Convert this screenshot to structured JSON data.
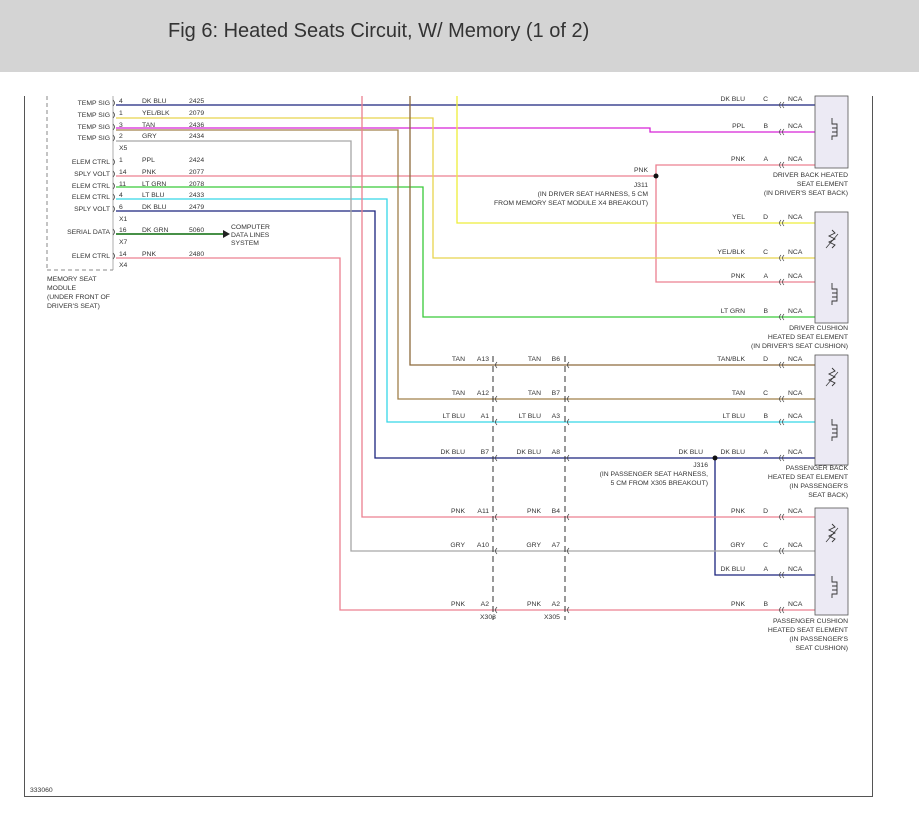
{
  "header": {
    "title": "Fig 6: Heated Seats Circuit, W/ Memory (1 of 2)"
  },
  "footer": {
    "figure_id": "333060"
  },
  "colors": {
    "DK BLU": "#1a237e",
    "YEL/BLK": "#e8d44d",
    "TAN": "#a0804a",
    "GRY": "#a6a6a6",
    "PPL": "#d623d6",
    "PNK": "#ec8090",
    "LT GRN": "#39c939",
    "LT BLU": "#36d7e8",
    "DK GRN": "#0a6b0a",
    "YEL": "#eded3a",
    "TAN/BLK": "#8d6a3c"
  },
  "memory_module": {
    "label_lines": [
      "MEMORY SEAT",
      "MODULE",
      "(UNDER FRONT OF",
      "DRIVER'S SEAT)"
    ],
    "rows": [
      {
        "sig": "TEMP SIG",
        "pin": "4",
        "color": "DK BLU",
        "circuit": "2425"
      },
      {
        "sig": "TEMP SIG",
        "pin": "1",
        "color": "YEL/BLK",
        "circuit": "2079"
      },
      {
        "sig": "TEMP SIG",
        "pin": "3",
        "color": "TAN",
        "circuit": "2436"
      },
      {
        "sig": "TEMP SIG",
        "pin": "2",
        "color": "GRY",
        "circuit": "2434"
      },
      {
        "sig": "ELEM CTRL",
        "pin": "1",
        "color": "PPL",
        "circuit": "2424"
      },
      {
        "sig": "SPLY VOLT",
        "pin": "14",
        "color": "PNK",
        "circuit": "2077"
      },
      {
        "sig": "ELEM CTRL",
        "pin": "11",
        "color": "LT GRN",
        "circuit": "2078"
      },
      {
        "sig": "ELEM CTRL",
        "pin": "4",
        "color": "LT BLU",
        "circuit": "2433"
      },
      {
        "sig": "SPLY VOLT",
        "pin": "6",
        "color": "DK BLU",
        "circuit": "2479"
      },
      {
        "sig": "SERIAL DATA",
        "pin": "16",
        "color": "DK GRN",
        "circuit": "5060"
      },
      {
        "sig": "ELEM CTRL",
        "pin": "14",
        "color": "PNK",
        "circuit": "2480"
      }
    ],
    "connectors": [
      "X5",
      "X1",
      "X7",
      "X4"
    ]
  },
  "computer_data_lines": [
    "COMPUTER",
    "DATA LINES",
    "SYSTEM"
  ],
  "splices": [
    {
      "id": "J311",
      "lines": [
        "J311",
        "(IN DRIVER SEAT HARNESS, 5 CM",
        "FROM MEMORY SEAT MODULE X4 BREAKOUT)"
      ]
    },
    {
      "id": "J316",
      "lines": [
        "J316",
        "(IN PASSENGER SEAT HARNESS,",
        "5 CM FROM X305 BREAKOUT)"
      ]
    }
  ],
  "inline_connectors": [
    "X303",
    "X305"
  ],
  "inline_rows": [
    {
      "c1": "TAN",
      "p1": "A13",
      "c2": "TAN",
      "p2": "B6"
    },
    {
      "c1": "TAN",
      "p1": "A12",
      "c2": "TAN",
      "p2": "B7"
    },
    {
      "c1": "LT BLU",
      "p1": "A1",
      "c2": "LT BLU",
      "p2": "A3"
    },
    {
      "c1": "DK BLU",
      "p1": "B7",
      "c2": "DK BLU",
      "p2": "A8"
    },
    {
      "c1": "PNK",
      "p1": "A11",
      "c2": "PNK",
      "p2": "B4"
    },
    {
      "c1": "GRY",
      "p1": "A10",
      "c2": "GRY",
      "p2": "A7"
    },
    {
      "c1": "PNK",
      "p1": "A2",
      "c2": "PNK",
      "p2": "A2"
    }
  ],
  "element_pins": [
    {
      "color": "DK BLU",
      "pin": "C",
      "nca": "NCA"
    },
    {
      "color": "PPL",
      "pin": "B",
      "nca": "NCA"
    },
    {
      "color": "PNK",
      "pin": "A",
      "nca": "NCA"
    },
    {
      "color": "PNK",
      "pin": "",
      "nca": ""
    },
    {
      "color": "YEL",
      "pin": "D",
      "nca": "NCA"
    },
    {
      "color": "YEL/BLK",
      "pin": "C",
      "nca": "NCA"
    },
    {
      "color": "PNK",
      "pin": "A",
      "nca": "NCA"
    },
    {
      "color": "LT GRN",
      "pin": "B",
      "nca": "NCA"
    },
    {
      "color": "TAN/BLK",
      "pin": "D",
      "nca": "NCA"
    },
    {
      "color": "TAN",
      "pin": "C",
      "nca": "NCA"
    },
    {
      "color": "LT BLU",
      "pin": "B",
      "nca": "NCA"
    },
    {
      "color": "DK BLU",
      "pin": "A",
      "nca": "NCA"
    },
    {
      "color": "DK BLU",
      "pin": "",
      "nca": ""
    },
    {
      "color": "PNK",
      "pin": "D",
      "nca": "NCA"
    },
    {
      "color": "GRY",
      "pin": "C",
      "nca": "NCA"
    },
    {
      "color": "DK BLU",
      "pin": "A",
      "nca": "NCA"
    },
    {
      "color": "PNK",
      "pin": "B",
      "nca": "NCA"
    }
  ],
  "elements": [
    {
      "name": "driver-back",
      "lines": [
        "DRIVER BACK HEATED",
        "SEAT ELEMENT",
        "(IN DRIVER'S SEAT BACK)"
      ]
    },
    {
      "name": "driver-cushion",
      "lines": [
        "DRIVER CUSHION",
        "HEATED SEAT ELEMENT",
        "(IN DRIVER'S SEAT CUSHION)"
      ]
    },
    {
      "name": "passenger-back",
      "lines": [
        "PASSENGER BACK",
        "HEATED SEAT ELEMENT",
        "(IN PASSENGER'S",
        "SEAT BACK)"
      ]
    },
    {
      "name": "passenger-cushion",
      "lines": [
        "PASSENGER CUSHION",
        "HEATED SEAT ELEMENT",
        "(IN PASSENGER'S",
        "SEAT CUSHION)"
      ]
    }
  ]
}
